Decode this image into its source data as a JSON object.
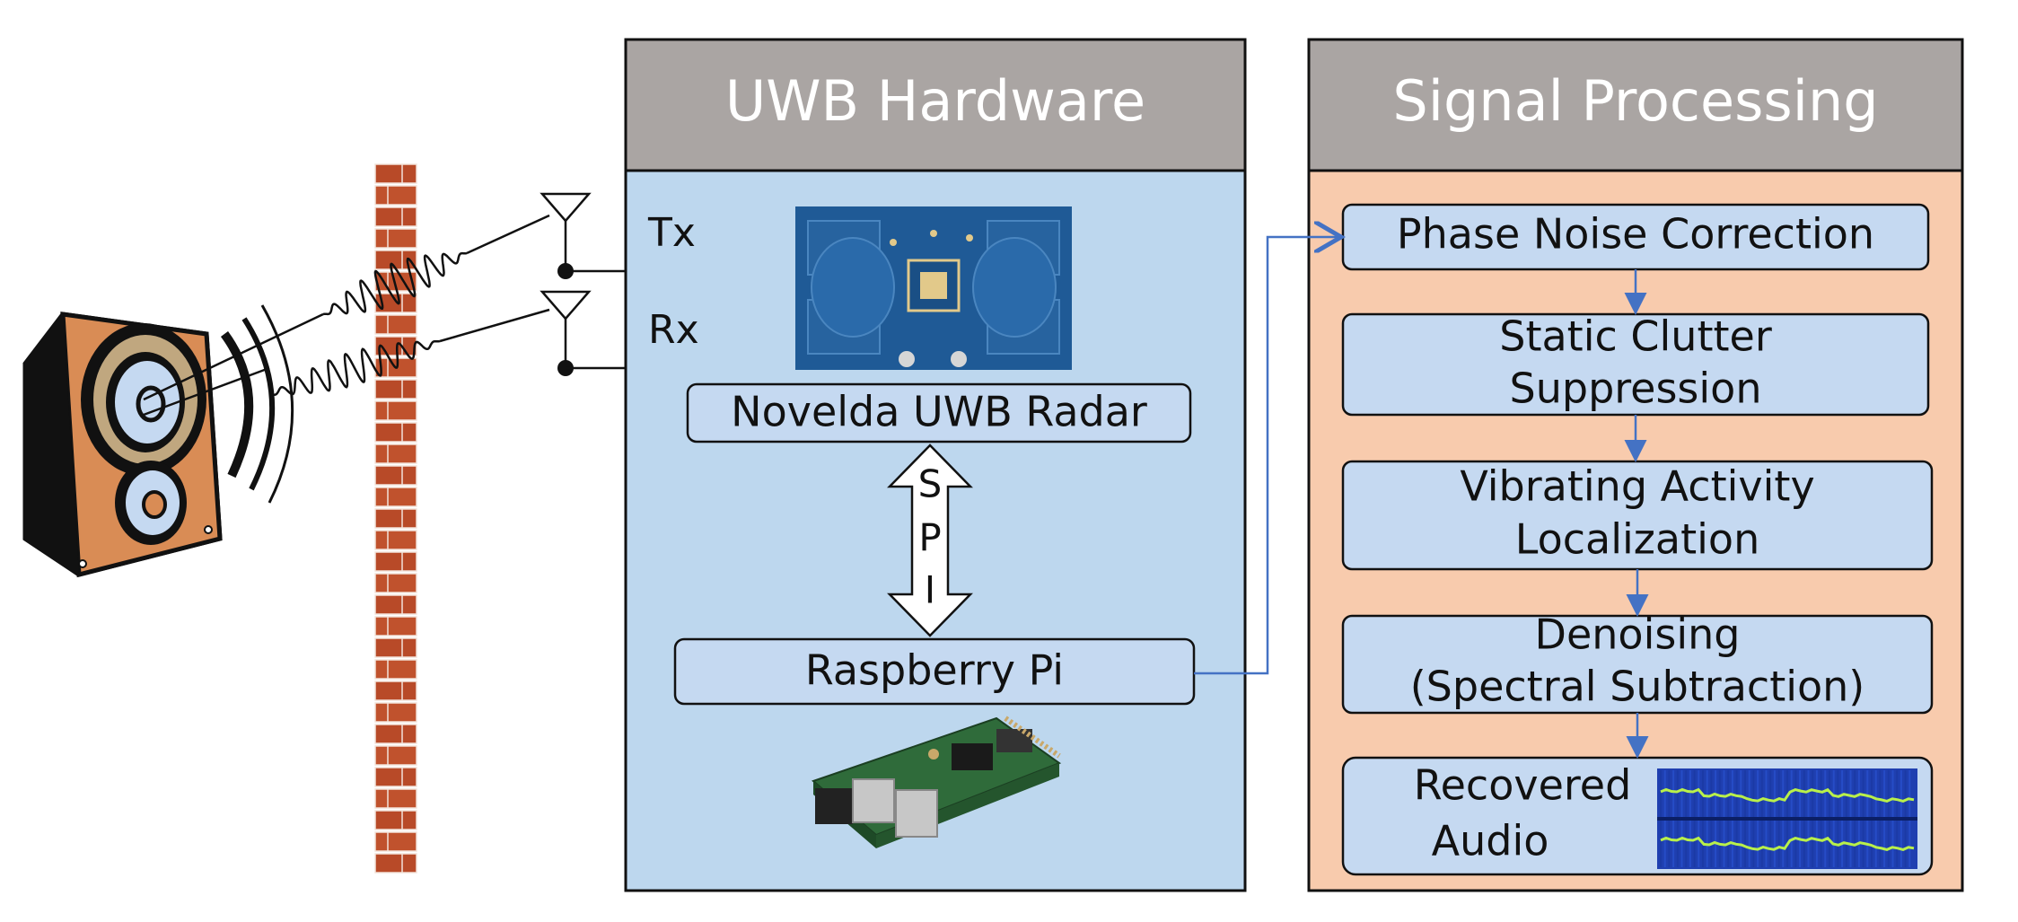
{
  "uwb_hardware": {
    "title": "UWB Hardware",
    "tx_label": "Tx",
    "rx_label": "Rx",
    "radar_label": "Novelda UWB Radar",
    "spi_letters": [
      "S",
      "P",
      "I"
    ],
    "rpi_label": "Raspberry Pi"
  },
  "signal_processing": {
    "title": "Signal Processing",
    "steps": [
      {
        "lines": [
          "Phase Noise Correction"
        ]
      },
      {
        "lines": [
          "Static Clutter",
          "Suppression"
        ]
      },
      {
        "lines": [
          "Vibrating Activity",
          "Localization"
        ]
      },
      {
        "lines": [
          "Denoising",
          "(Spectral Subtraction)"
        ]
      }
    ],
    "output_lines": [
      "Recovered",
      "Audio"
    ]
  },
  "colors": {
    "header_gray": "#aaa5a3",
    "hardware_bg": "#bdd7ee",
    "processing_bg": "#f8cbad",
    "box_fill": "#c5d9f1",
    "arrow_blue": "#4472c4",
    "pcb_blue": "#1f5a96",
    "brick": "#c0522d",
    "speaker_body": "#d98c55",
    "spectrogram_bg": "#1f3fb0"
  },
  "icons": [
    "speaker-icon",
    "brick-wall-icon",
    "antenna-icon",
    "radar-board-icon",
    "raspberry-pi-icon",
    "spectrogram-icon"
  ]
}
